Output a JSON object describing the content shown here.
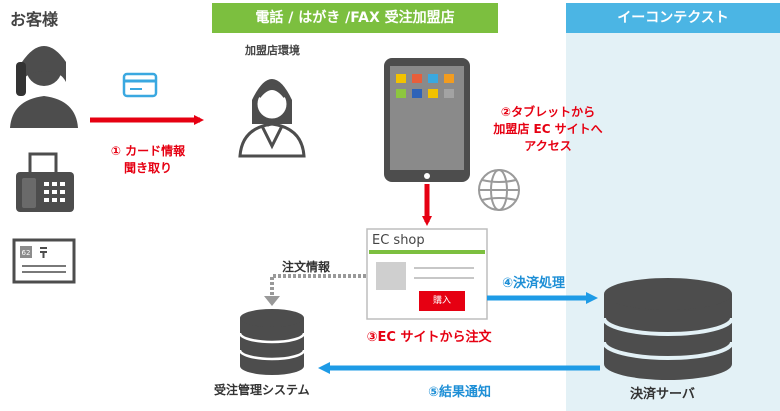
{
  "header": {
    "store_title": "電話 / はがき /FAX 受注加盟店",
    "company_title": "イーコンテクスト"
  },
  "labels": {
    "customer": "お客様",
    "store_env": "加盟店環境",
    "step1_line1": "① カード情報",
    "step1_line2": "聞き取り",
    "step2_line1": "②タブレットから",
    "step2_line2": "加盟店 EC サイトへ",
    "step2_line3": "アクセス",
    "ec_title": "EC shop",
    "buy_button": "購入",
    "order_info": "注文情報",
    "step3": "③EC サイトから注文",
    "step4": "④決済処理",
    "step5": "⑤結果通知",
    "order_system": "受注管理システム",
    "payment_server": "決済サーバ",
    "postcard_stamp": "62"
  },
  "colors": {
    "green": "#7cbf3f",
    "blue": "#4bb5e4",
    "red": "#e60012",
    "arrow_blue": "#1e9be6",
    "icon_dark": "#4d4d4d"
  }
}
